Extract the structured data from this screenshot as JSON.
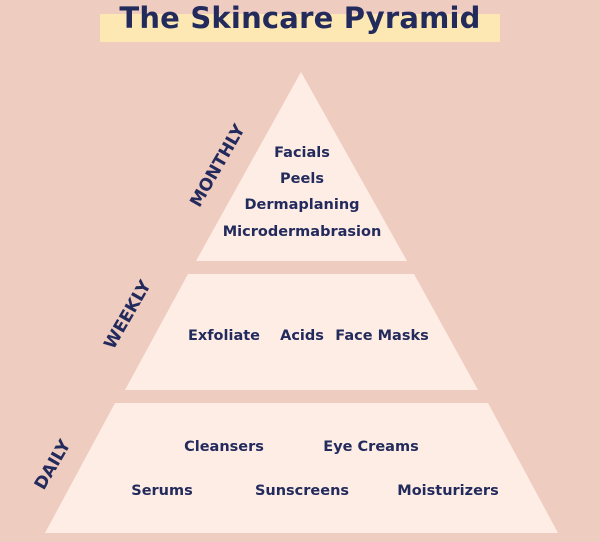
{
  "title": "The Skincare Pyramid",
  "colors": {
    "background": "#efccc0",
    "tier_fill": "#fdede5",
    "title_highlight": "#fde8b4",
    "text": "#232a5c"
  },
  "tiers": [
    {
      "label": "MONTHLY",
      "items": [
        "Facials",
        "Peels",
        "Dermaplaning",
        "Microdermabrasion"
      ]
    },
    {
      "label": "WEEKLY",
      "items": [
        "Exfoliate",
        "Acids",
        "Face Masks"
      ]
    },
    {
      "label": "DAILY",
      "items": [
        "Cleansers",
        "Eye Creams",
        "Serums",
        "Sunscreens",
        "Moisturizers"
      ]
    }
  ]
}
